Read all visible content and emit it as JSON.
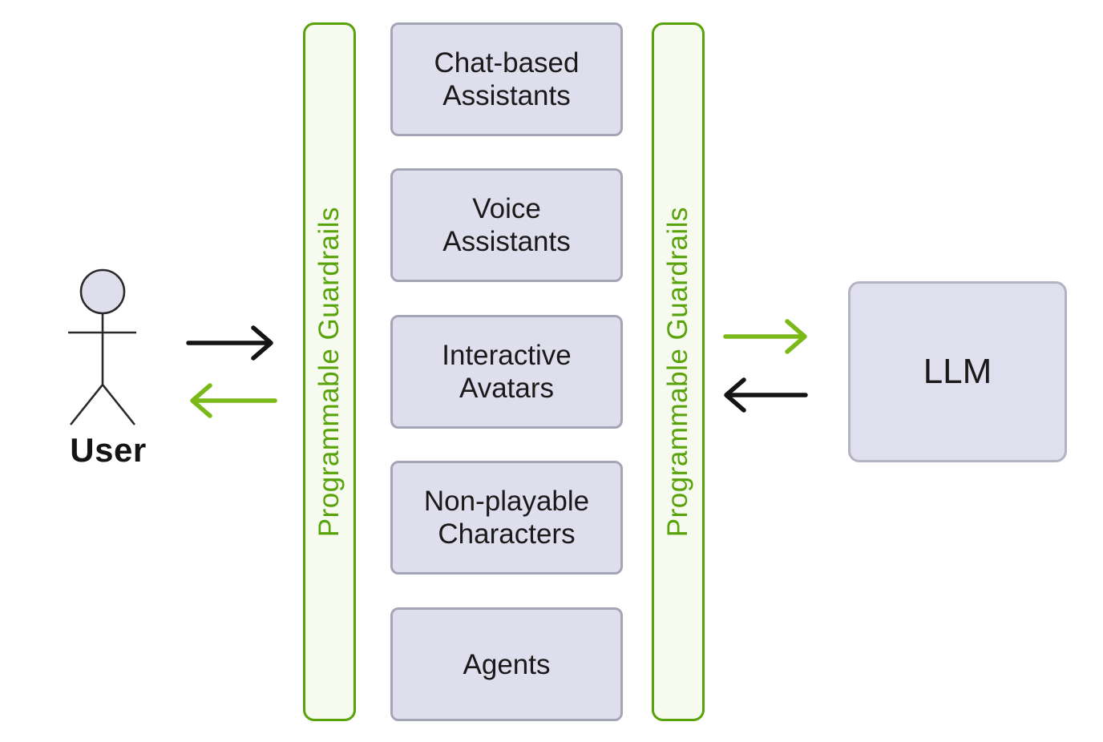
{
  "theme": {
    "background": "#ffffff",
    "guardrail_green": "#58a30a",
    "guardrail_fill": "#f7faef",
    "arrow_green": "#79b918",
    "arrow_black": "#141414",
    "box_fill": "#dedeed",
    "box_border": "#a5a5b8",
    "llm_fill": "#e0dfee",
    "llm_border": "#b3b3c3",
    "text_dark": "#1a1a1a"
  },
  "diagram": {
    "user": {
      "label": "User"
    },
    "guardrail_left": {
      "label": "Programmable Guardrails"
    },
    "guardrail_right": {
      "label": "Programmable Guardrails"
    },
    "applications": [
      {
        "label": "Chat-based Assistants"
      },
      {
        "label": "Voice Assistants"
      },
      {
        "label": "Interactive Avatars"
      },
      {
        "label": "Non-playable Characters"
      },
      {
        "label": "Agents"
      }
    ],
    "llm": {
      "label": "LLM"
    },
    "arrows": [
      {
        "name": "user-to-guardrails",
        "direction": "right",
        "color": "#141414"
      },
      {
        "name": "guardrails-to-user",
        "direction": "left",
        "color": "#79b918"
      },
      {
        "name": "guardrails-to-llm",
        "direction": "right",
        "color": "#79b918"
      },
      {
        "name": "llm-to-guardrails",
        "direction": "left",
        "color": "#141414"
      }
    ]
  }
}
